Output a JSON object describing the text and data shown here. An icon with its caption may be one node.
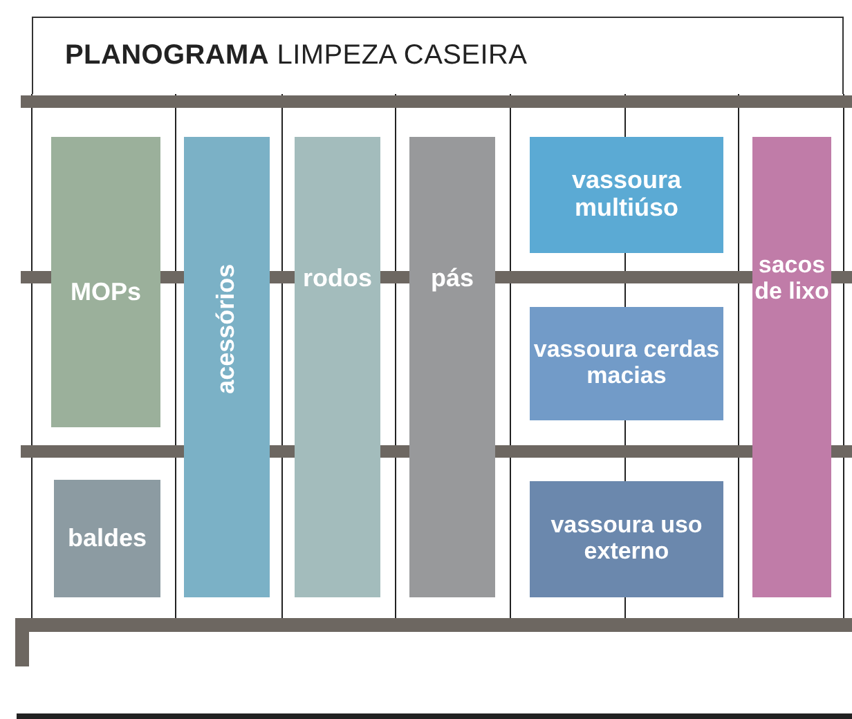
{
  "diagram": {
    "title": "**PLANOGRAMA** LIMPEZA CASEIRA",
    "nodes": [
      {
        "text": [
          "MOPs"
        ]
      },
      {
        "text": [
          "acessórios"
        ]
      },
      {
        "text": [
          "rodos"
        ]
      },
      {
        "text": [
          "pás"
        ]
      },
      {
        "text": [
          "vassoura multiúso"
        ]
      },
      {
        "text": [
          "sacos de lixo"
        ]
      },
      {
        "text": [
          "vassoura cerdas macias"
        ]
      },
      {
        "text": [
          "baldes"
        ]
      },
      {
        "text": [
          "vassoura uso externo"
        ]
      }
    ]
  }
}
